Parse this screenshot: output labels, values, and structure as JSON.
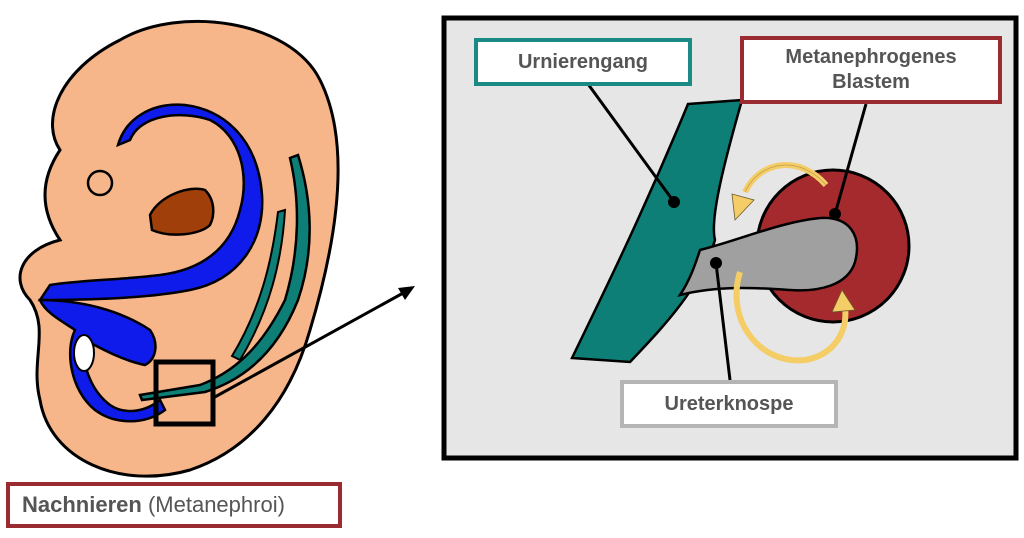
{
  "colors": {
    "embryo_skin": "#F7B58A",
    "blue_system": "#0F1BEA",
    "teal_duct": "#0E7F76",
    "heart_brown": "#A13F0A",
    "blastem_red": "#A52A2E",
    "ureter_gray": "#A0A0A0",
    "panel_gray": "#E6E6E6",
    "arrow_yellow": "#F5CD67"
  },
  "labels": {
    "urnierengang": "Urnierengang",
    "blastem_line1": "Metanephrogenes",
    "blastem_line2": "Blastem",
    "ureterknospe": "Ureterknospe",
    "nachnieren_bold": "Nachnieren",
    "nachnieren_paren": "(Metanephroi)"
  },
  "label_border_colors": {
    "urnierengang": "#1A8A85",
    "blastem": "#9A2B30",
    "ureterknospe": "#B5B5B5",
    "nachnieren": "#9A2B30"
  }
}
